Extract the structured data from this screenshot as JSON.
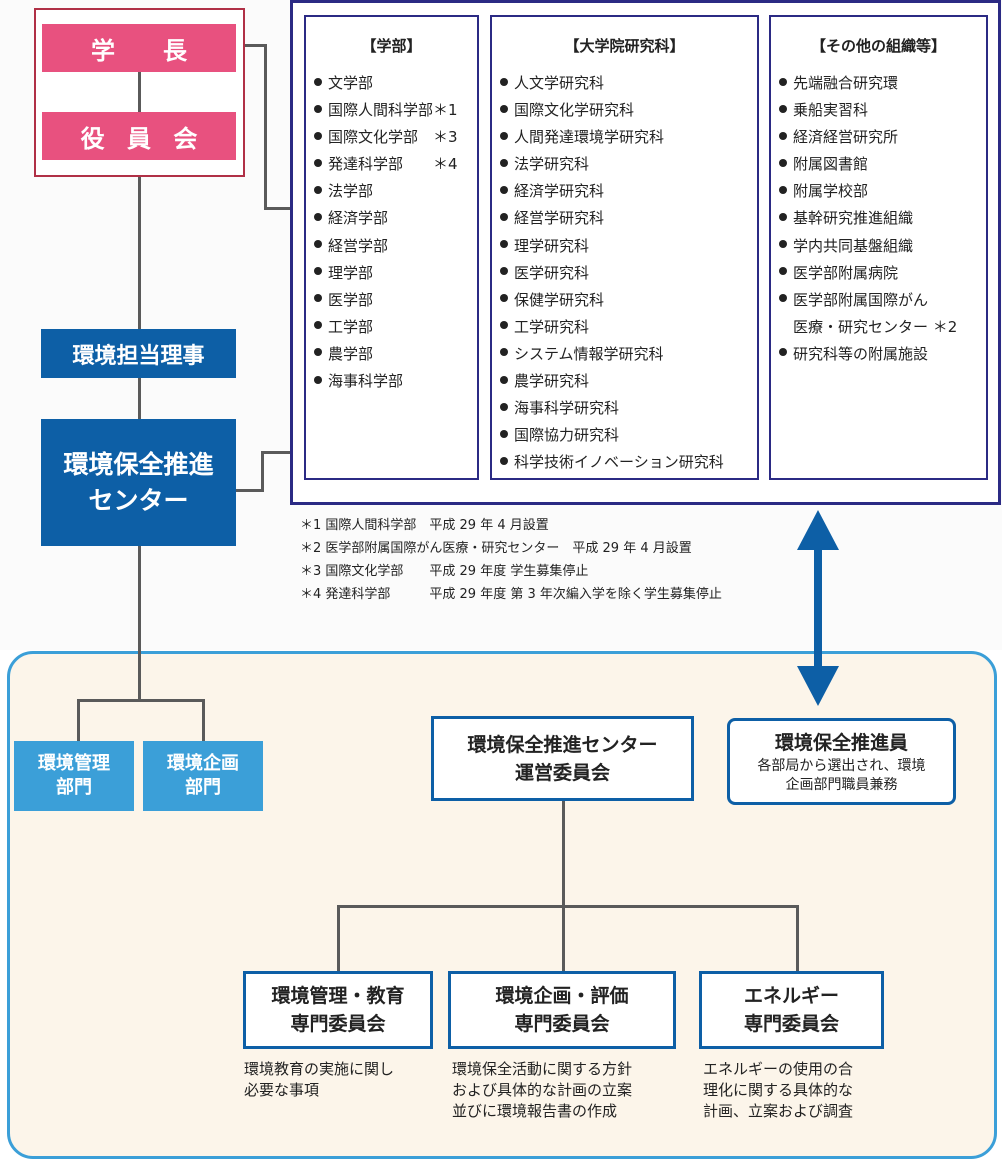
{
  "top": {
    "president": "学　　長",
    "board": "役 員 会"
  },
  "left": {
    "env_director": "環境担当理事",
    "center": "環境保全推進センター",
    "center_line1": "環境保全推進",
    "center_line2": "センター"
  },
  "org": {
    "faculties": {
      "heading": "【学部】",
      "items": [
        "文学部",
        "国際人間科学部＊1",
        "国際文化学部　＊3",
        "発達科学部　　＊4",
        "法学部",
        "経済学部",
        "経営学部",
        "理学部",
        "医学部",
        "工学部",
        "農学部",
        "海事科学部"
      ]
    },
    "graduate": {
      "heading": "【大学院研究科】",
      "items": [
        "人文学研究科",
        "国際文化学研究科",
        "人間発達環境学研究科",
        "法学研究科",
        "経済学研究科",
        "経営学研究科",
        "理学研究科",
        "医学研究科",
        "保健学研究科",
        "工学研究科",
        "システム情報学研究科",
        "農学研究科",
        "海事科学研究科",
        "国際協力研究科",
        "科学技術イノベーション研究科"
      ]
    },
    "others": {
      "heading": "【その他の組織等】",
      "items": [
        "先端融合研究環",
        "乗船実習科",
        "経済経営研究所",
        "附属図書館",
        "附属学校部",
        "基幹研究推進組織",
        "学内共同基盤組織",
        "医学部附属病院",
        "医学部附属国際がん",
        "研究科等の附属施設"
      ],
      "continuation": "医療・研究センター ＊2"
    }
  },
  "notes": [
    "＊1 国際人間科学部　平成 29 年 4 月設置",
    "＊2 医学部附属国際がん医療・研究センター　平成 29 年 4 月設置",
    "＊3 国際文化学部　　平成 29 年度 学生募集停止",
    "＊4 発達科学部　　　平成 29 年度 第 3 年次編入学を除く学生募集停止"
  ],
  "bottom": {
    "mgmt_dept_line1": "環境管理",
    "mgmt_dept_line2": "部門",
    "plan_dept_line1": "環境企画",
    "plan_dept_line2": "部門",
    "committee_line1": "環境保全推進センター",
    "committee_line2": "運営委員会",
    "promoter_title": "環境保全推進員",
    "promoter_desc1": "各部局から選出され、環境",
    "promoter_desc2": "企画部門職員兼務",
    "sub1_line1": "環境管理・教育",
    "sub1_line2": "専門委員会",
    "sub1_desc": [
      "環境教育の実施に関し",
      "必要な事項"
    ],
    "sub2_line1": "環境企画・評価",
    "sub2_line2": "専門委員会",
    "sub2_desc": [
      "環境保全活動に関する方針",
      "および具体的な計画の立案",
      "並びに環境報告書の作成"
    ],
    "sub3_line1": "エネルギー",
    "sub3_line2": "専門委員会",
    "sub3_desc": [
      "エネルギーの使用の合",
      "理化に関する具体的な",
      "計画、立案および調査"
    ]
  },
  "colors": {
    "pink": "#e8517f",
    "dark_blue": "#0d5fa6",
    "light_blue": "#3b9fd8",
    "navy_border": "#2b2a84",
    "cream": "#fcf5ea",
    "arrow": "#0d5fa6"
  }
}
